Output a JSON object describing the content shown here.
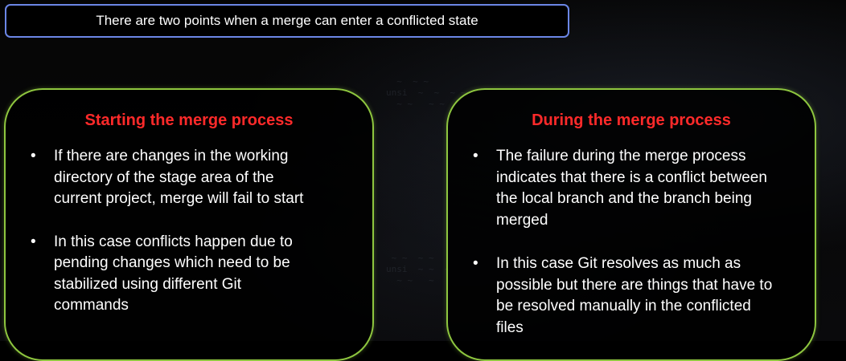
{
  "slide": {
    "title": "There are two points when a merge can enter a conflicted state",
    "colors": {
      "background": "#000000",
      "title_border": "#6b86e6",
      "card_border": "#8ec63f",
      "heading": "#ff2a2a",
      "text": "#ffffff"
    }
  },
  "cards": [
    {
      "heading": "Starting the merge process",
      "bullets": [
        "If there are changes in the working directory of the stage area of the current project, merge will fail to start",
        "In this case conflicts happen due to pending changes which need to be stabilized using different Git commands"
      ]
    },
    {
      "heading": "During the merge process",
      "bullets": [
        "The failure during the merge process indicates that there is a conflict between the local branch and the branch being merged",
        "In this case Git resolves as much as possible but there are things that have to be resolved manually in the conflicted files"
      ]
    }
  ]
}
